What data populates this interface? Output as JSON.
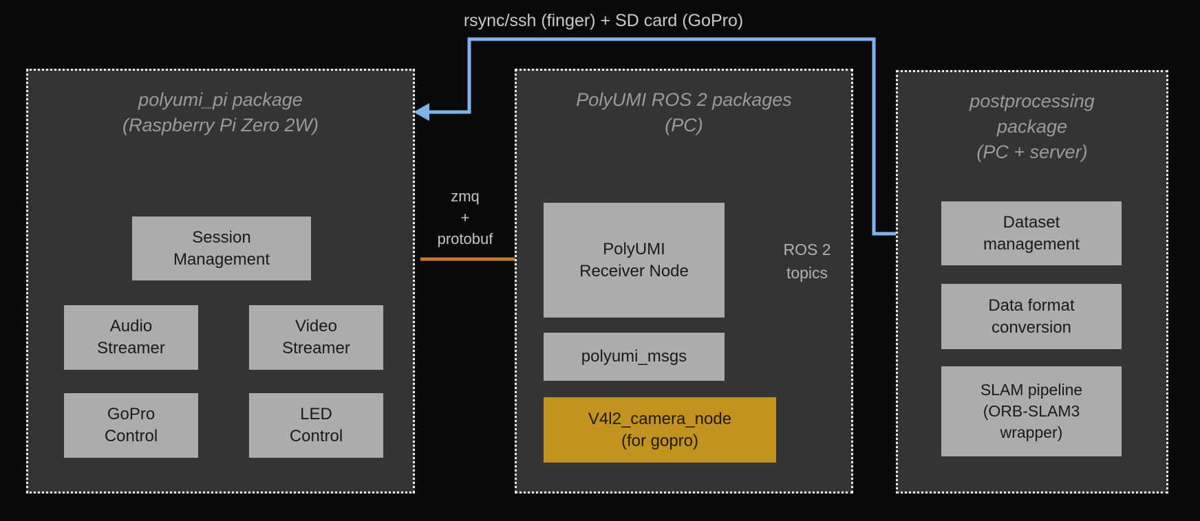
{
  "labels": {
    "transfer": "rsync/ssh (finger) + SD card (GoPro)",
    "zmq": [
      "zmq",
      "+",
      "protobuf"
    ],
    "ros2": [
      "ROS 2",
      "topics"
    ]
  },
  "containers": [
    {
      "title": [
        "polyumi_pi package",
        "(Raspberry Pi Zero 2W)"
      ],
      "boxes": [
        {
          "lines": [
            "Session",
            "Management"
          ]
        },
        {
          "lines": [
            "Audio",
            "Streamer"
          ]
        },
        {
          "lines": [
            "Video",
            "Streamer"
          ]
        },
        {
          "lines": [
            "GoPro",
            "Control"
          ]
        },
        {
          "lines": [
            "LED",
            "Control"
          ]
        }
      ]
    },
    {
      "title": [
        "PolyUMI ROS 2 packages",
        "(PC)"
      ],
      "boxes": [
        {
          "lines": [
            "PolyUMI",
            "Receiver Node"
          ]
        },
        {
          "lines": [
            "polyumi_msgs"
          ]
        },
        {
          "lines": [
            "V4l2_camera_node",
            "(for gopro)"
          ]
        }
      ]
    },
    {
      "title": [
        "postprocessing",
        "package",
        "(PC + server)"
      ],
      "boxes": [
        {
          "lines": [
            "Dataset",
            "management"
          ]
        },
        {
          "lines": [
            "Data format",
            "conversion"
          ]
        },
        {
          "lines": [
            "SLAM pipeline",
            "(ORB-SLAM3",
            "wrapper)"
          ]
        }
      ]
    }
  ],
  "colors": {
    "background": "#0a0a0a",
    "container_bg": "#343434",
    "container_border": "#f2f2f2",
    "box_bg": "#acacac",
    "box_text": "#1a1a1a",
    "gold_box_bg": "#c2931f",
    "title_text": "#9b9b9b",
    "label_text": "#c9c9c9",
    "blue": "#80b3e8",
    "orange": "#c17c2e",
    "green": "#8ecb89"
  }
}
